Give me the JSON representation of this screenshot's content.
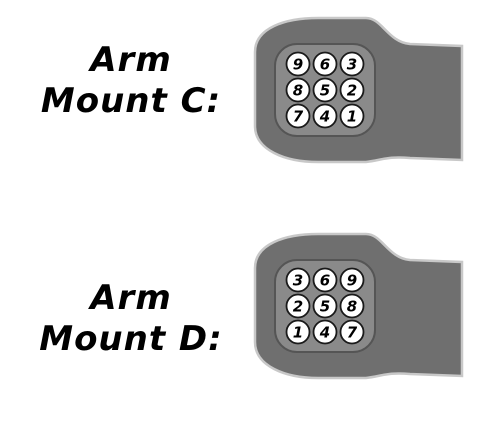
{
  "mounts": [
    {
      "id": "c",
      "label_line1": "Arm",
      "label_line2": "Mount C:",
      "grid": [
        [
          "9",
          "6",
          "3"
        ],
        [
          "8",
          "5",
          "2"
        ],
        [
          "7",
          "4",
          "1"
        ]
      ]
    },
    {
      "id": "d",
      "label_line1": "Arm",
      "label_line2": "Mount D:",
      "grid": [
        [
          "3",
          "6",
          "9"
        ],
        [
          "2",
          "5",
          "8"
        ],
        [
          "1",
          "4",
          "7"
        ]
      ]
    }
  ],
  "colors": {
    "arm_fill": "#6f6f6f",
    "arm_outline": "#c8c8c8",
    "pad_fill": "#8a8a8a",
    "hole_fill": "#ffffff",
    "hole_outline": "#1a1a1a"
  }
}
